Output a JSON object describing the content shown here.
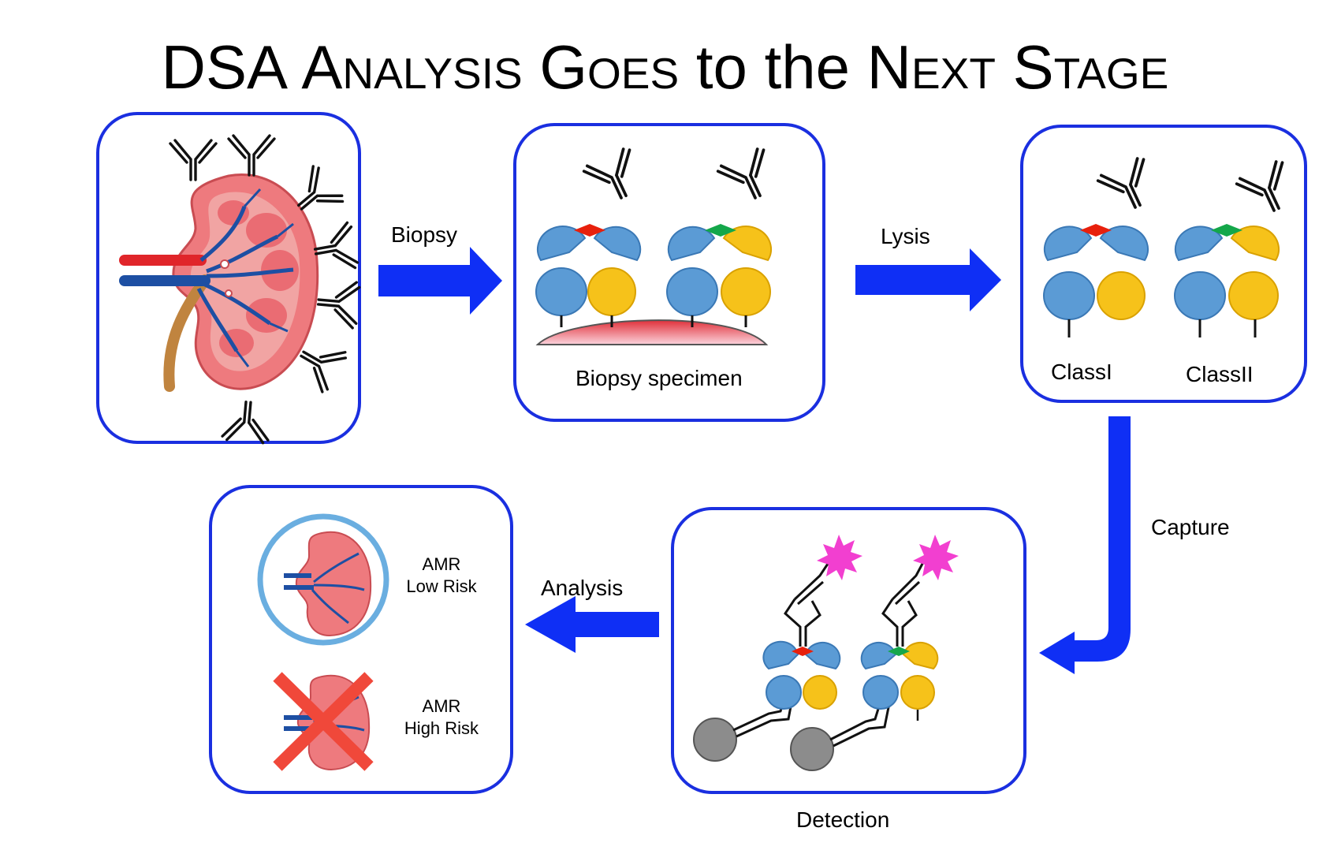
{
  "title": {
    "part1": "DSA ",
    "part2": "Analysis ",
    "part3": "Goes ",
    "part4": "to the ",
    "part5": "Next ",
    "part6": "Stage"
  },
  "steps": {
    "biopsy": "Biopsy",
    "lysis": "Lysis",
    "capture": "Capture",
    "analysis": "Analysis",
    "detection": "Detection"
  },
  "panels": {
    "specimen_label": "Biopsy specimen",
    "class1_label": "ClassI",
    "class2_label": "ClassII",
    "low_risk_line1": "AMR",
    "low_risk_line2": "Low Risk",
    "high_risk_line1": "AMR",
    "high_risk_line2": "High Risk"
  },
  "colors": {
    "panel_border": "#1a2fe0",
    "arrow": "#0f2ff5",
    "molecule_blue": "#5b9bd5",
    "molecule_yellow": "#f6c21a",
    "epitope_red": "#e8200c",
    "epitope_green": "#14a74a",
    "fluor_magenta": "#f23fd0",
    "bead_gray": "#8c8c8c",
    "low_risk_ring": "#6aaee0",
    "high_risk_cross": "#f0483a"
  }
}
